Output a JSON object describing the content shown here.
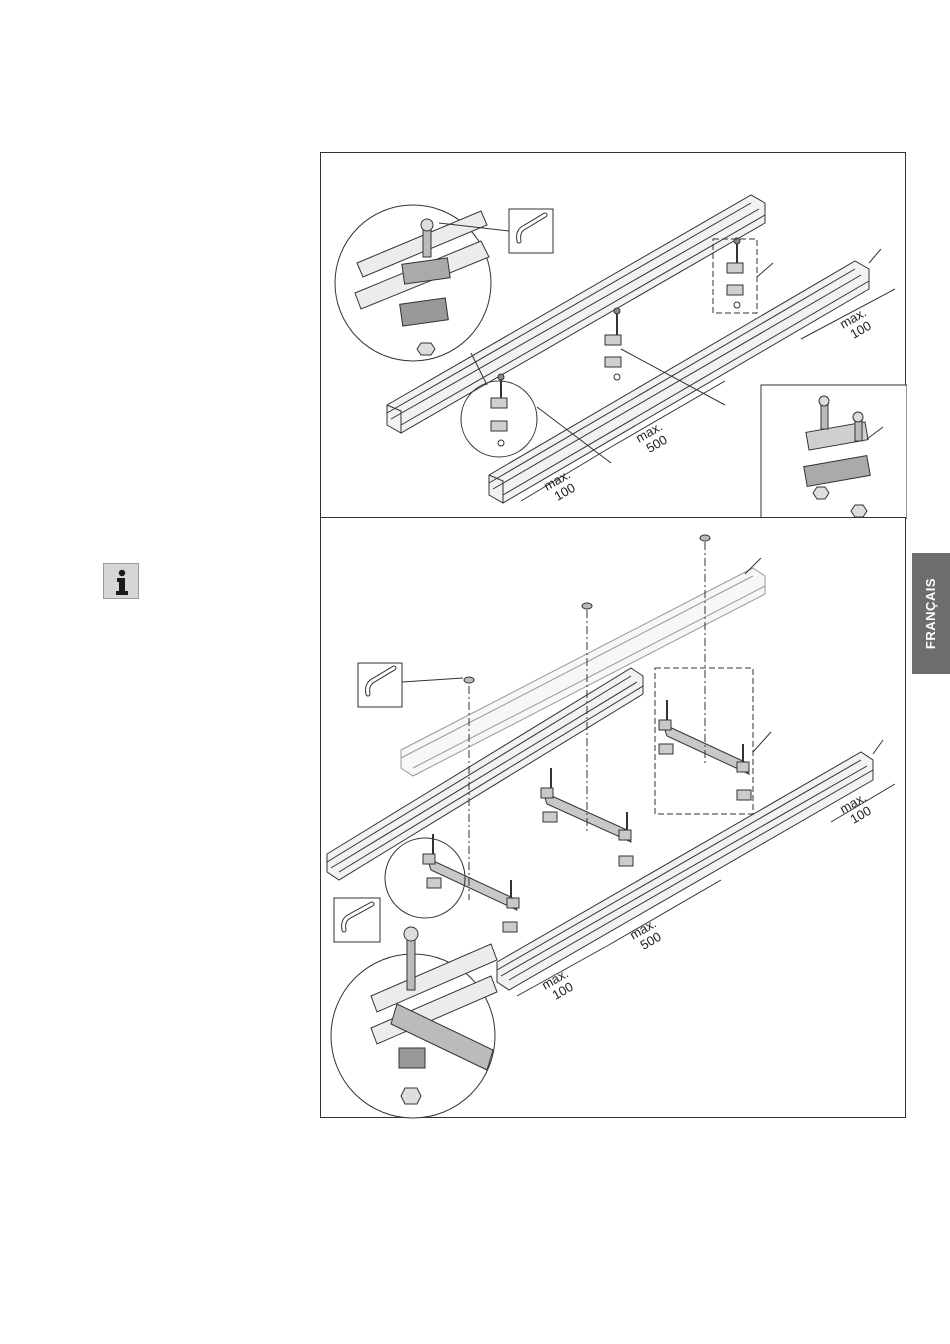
{
  "side_tab": {
    "label": "FRANÇAIS",
    "color": "#6d6d6d"
  },
  "info_icon": {
    "name": "info-icon"
  },
  "panel_top": {
    "dim_max_left_a": "max.",
    "dim_max_left_b": "100",
    "dim_max_mid_a": "max.",
    "dim_max_mid_b": "500",
    "dim_max_right_a": "max.",
    "dim_max_right_b": "100"
  },
  "panel_bottom": {
    "dim_max_left_a": "max.",
    "dim_max_left_b": "100",
    "dim_max_mid_a": "max.",
    "dim_max_mid_b": "500",
    "dim_max_right_a": "max.",
    "dim_max_right_b": "100"
  },
  "icons": {
    "hex_key": "hex-key-icon"
  }
}
